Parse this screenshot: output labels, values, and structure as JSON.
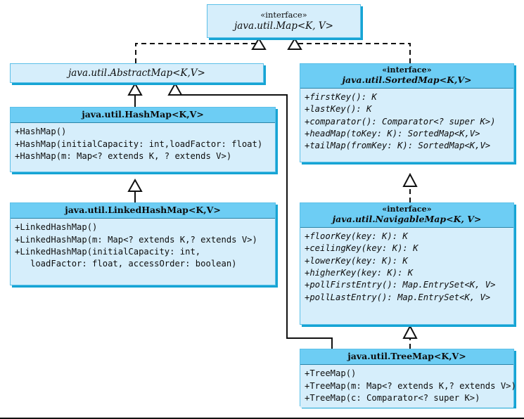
{
  "diagram": {
    "title": "Java Map collection hierarchy",
    "colors": {
      "header_fill": "#6dcdf4",
      "body_fill": "#d6eefb",
      "shadow": "#16a4d4",
      "border": "#5cc0e8",
      "line": "#111111"
    }
  },
  "classes": {
    "map": {
      "stereotype": "«interface»",
      "name": "java.util.Map<K, V>",
      "members": []
    },
    "abstract_map": {
      "stereotype": "",
      "name": "java.util.AbstractMap<K,V>",
      "members": []
    },
    "hash_map": {
      "name": "java.util.HashMap<K,V>",
      "members": [
        "+HashMap()",
        "+HashMap(initialCapacity: int,loadFactor: float)",
        "+HashMap(m: Map<? extends K, ? extends V>)"
      ]
    },
    "linked_hash_map": {
      "name": "java.util.LinkedHashMap<K,V>",
      "members": [
        "+LinkedHashMap()",
        "+LinkedHashMap(m: Map<? extends K,? extends V>)",
        "+LinkedHashMap(initialCapacity: int,",
        "   loadFactor: float, accessOrder: boolean)"
      ]
    },
    "sorted_map": {
      "stereotype": "«interface»",
      "name": "java.util.SortedMap<K,V>",
      "members": [
        "+firstKey(): K",
        "+lastKey(): K",
        "+comparator(): Comparator<? super K>)",
        "+headMap(toKey: K): SortedMap<K,V>",
        "+tailMap(fromKey: K): SortedMap<K,V>"
      ]
    },
    "navigable_map": {
      "stereotype": "«interface»",
      "name": "java.util.NavigableMap<K, V>",
      "members": [
        "+floorKey(key: K): K",
        "+ceilingKey(key: K): K",
        "+lowerKey(key: K): K",
        "+higherKey(key: K): K",
        "+pollFirstEntry(): Map.EntrySet<K, V>",
        "+pollLastEntry(): Map.EntrySet<K, V>"
      ]
    },
    "tree_map": {
      "name": "java.util.TreeMap<K,V>",
      "members": [
        "+TreeMap()",
        "+TreeMap(m: Map<? extends K,? extends V>)",
        "+TreeMap(c: Comparator<? super K>)"
      ]
    }
  },
  "relationships": [
    {
      "from": "java.util.AbstractMap<K,V>",
      "to": "java.util.Map<K, V>",
      "type": "realization"
    },
    {
      "from": "java.util.SortedMap<K,V>",
      "to": "java.util.Map<K, V>",
      "type": "realization"
    },
    {
      "from": "java.util.HashMap<K,V>",
      "to": "java.util.AbstractMap<K,V>",
      "type": "generalization"
    },
    {
      "from": "java.util.TreeMap<K,V>",
      "to": "java.util.AbstractMap<K,V>",
      "type": "generalization"
    },
    {
      "from": "java.util.LinkedHashMap<K,V>",
      "to": "java.util.HashMap<K,V>",
      "type": "generalization"
    },
    {
      "from": "java.util.NavigableMap<K, V>",
      "to": "java.util.SortedMap<K,V>",
      "type": "realization"
    },
    {
      "from": "java.util.TreeMap<K,V>",
      "to": "java.util.NavigableMap<K, V>",
      "type": "realization"
    }
  ]
}
